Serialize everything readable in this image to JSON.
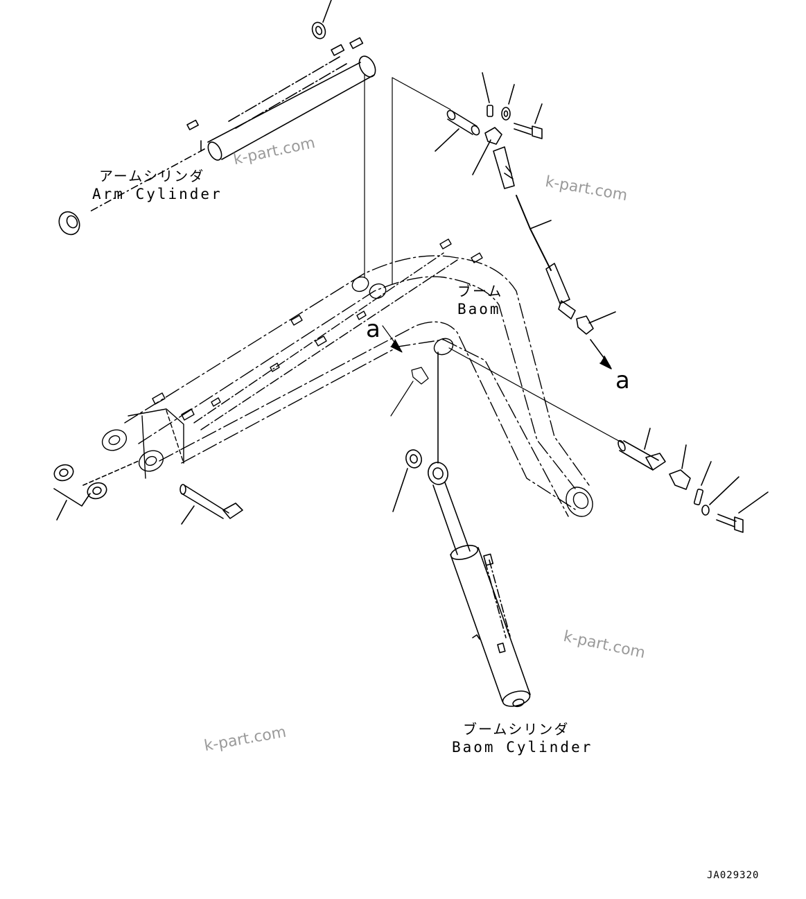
{
  "labels": {
    "arm_cylinder_jp": "アームシリンダ",
    "arm_cylinder_en": "Arm Cylinder",
    "boom_jp": "ブーム",
    "boom_en": "Baom",
    "boom_cylinder_jp": "ブームシリンダ",
    "boom_cylinder_en": "Baom Cylinder"
  },
  "callouts": {
    "detail_a_start": "a",
    "detail_a_end": "a"
  },
  "watermark": "k-part.com",
  "drawing_code": "JA029320",
  "colors": {
    "line": "#000000",
    "watermark": "#9a9a9a",
    "background": "#ffffff"
  }
}
